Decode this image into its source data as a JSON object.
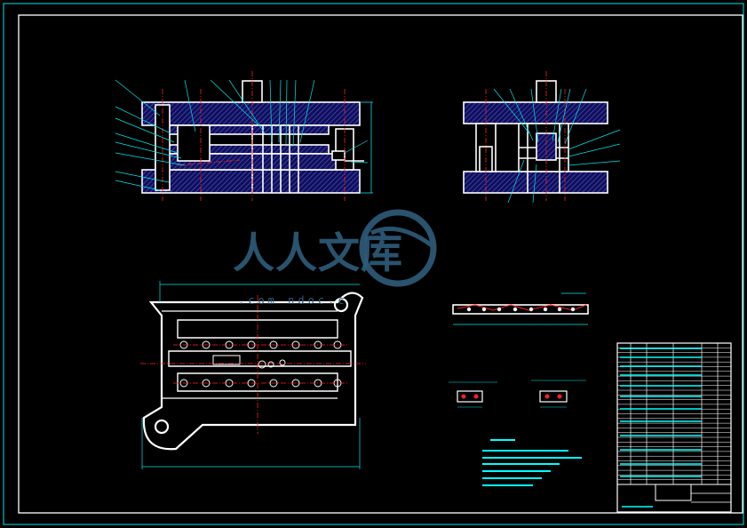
{
  "drawing": {
    "colors": {
      "background": "#000000",
      "outline": "#ffffff",
      "leader": "#00e5e5",
      "centerline": "#ff2020",
      "hatch": "#3838b8",
      "note_text": "#00ffff",
      "watermark": "#2d5b78"
    }
  },
  "watermark": {
    "brand": "人人文库",
    "brand_icon": "globe-swoosh-icon",
    "url": ".com  ndoc.c"
  },
  "title_block": {
    "rows": 30
  }
}
